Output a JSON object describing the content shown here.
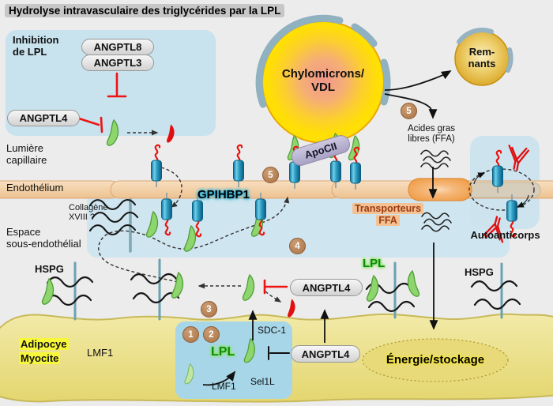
{
  "title": "Hydrolyse intravasculaire des triglycérides par la LPL",
  "inhibition": {
    "title": "Inhibition de LPL",
    "angptl8": "ANGPTL8",
    "angptl3": "ANGPTL3",
    "angptl4": "ANGPTL4"
  },
  "regions": {
    "lumiere": [
      "Lumière",
      "capillaire"
    ],
    "endothelium": "Endothélium",
    "espace": [
      "Espace",
      "sous-endothélial"
    ],
    "collagene": [
      "Collagène",
      "XVIII ?"
    ]
  },
  "particles": {
    "chylomicrons": [
      "Chylomicrons/",
      "VDL"
    ],
    "apocii": "ApoCII",
    "remnants": [
      "Rem-",
      "nants"
    ]
  },
  "ffa": {
    "acides": [
      "Acides gras",
      "libres (FFA)"
    ],
    "transporteurs": [
      "Transporteurs",
      "FFA"
    ]
  },
  "proteins": {
    "gpihbp1": "GPIHBP1",
    "hspg_left": "HSPG",
    "hspg_right": "HSPG",
    "angptl4_free": "ANGPTL4",
    "lpl_free": "LPL",
    "autoanticorps": "Autoanticorps"
  },
  "cell": {
    "type": [
      "Adipocye",
      "Myocite"
    ],
    "lmf1": "LMF1",
    "angptl4": "ANGPTL4",
    "energie": "Énergie/stockage"
  },
  "maturation": {
    "lpl": "LPL",
    "sdc1": "SDC-1",
    "lmf1": "LMF1",
    "sel1l": "Sel1L"
  },
  "steps": [
    {
      "n": "1"
    },
    {
      "n": "2"
    },
    {
      "n": "3"
    },
    {
      "n": "4"
    },
    {
      "n": "5"
    },
    {
      "n": "5"
    }
  ],
  "colors": {
    "background": "#ececec",
    "lpl_green_shape": "#8fd56e",
    "lpl_label_green": "#0e8a0e",
    "inactive_lpl_red": "#e01010",
    "gpihbp1_blue": "#2f9ec4",
    "endothelium_peach": "#f3cda4",
    "chylomicron_yellow": "#ffdf04",
    "chylomicron_core_pink": "#f0968c",
    "rim_arc_gray_blue": "#8fb1c0",
    "remnant_gold": "#d9a41f",
    "cell_yellow": "#e9dc80",
    "light_blue_box": "#c8e2ee",
    "maturation_blue_box": "#a6d6e8",
    "step_badge_brown": "#aa7345",
    "transporter_orange": "#f1a04e",
    "highlight_yellow": "#f8f83a"
  }
}
